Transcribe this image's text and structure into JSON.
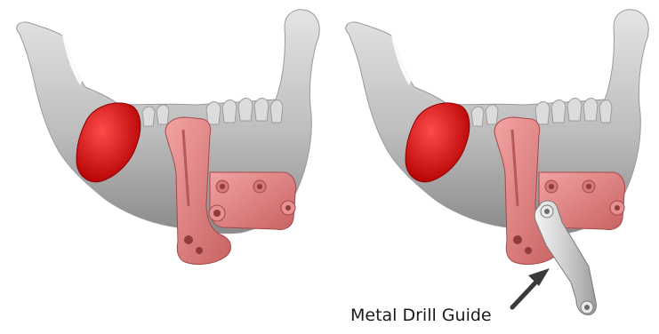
{
  "annotation": {
    "label": "Metal Drill Guide"
  },
  "colors": {
    "bone": "#c9c9c9",
    "bone_dark": "#8f8f8f",
    "tumor": "#e01010",
    "guide_plastic": "#e98a8a",
    "guide_metal": "#d8d8d8",
    "arrow": "#3a3a3a"
  },
  "panels": [
    {
      "id": "left",
      "description": "mandible with plastic cutting guide"
    },
    {
      "id": "right",
      "description": "mandible with plastic cutting guide and attached metal drill guide"
    }
  ]
}
